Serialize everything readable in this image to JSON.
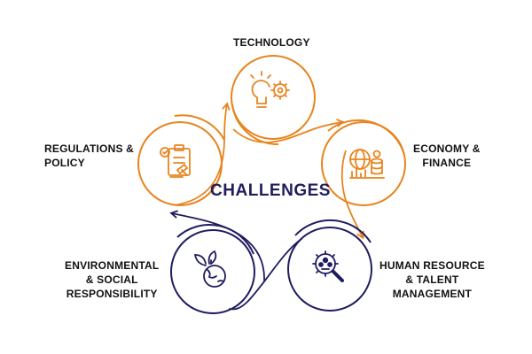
{
  "center": {
    "title": "CHALLENGES"
  },
  "nodes": [
    {
      "id": "technology",
      "icon": "lightbulb-gear-icon",
      "color": "#e8841e",
      "lines": [
        "TECHNOLOGY"
      ]
    },
    {
      "id": "economy",
      "icon": "globe-coins-chart-icon",
      "color": "#e8841e",
      "lines": [
        "ECONOMY &",
        "FINANCE"
      ]
    },
    {
      "id": "human-resource",
      "icon": "magnifier-people-gear-icon",
      "color": "#1f1d5e",
      "lines": [
        "HUMAN RESOURCE",
        "& TALENT",
        "MANAGEMENT"
      ]
    },
    {
      "id": "environmental",
      "icon": "leaf-globe-icon",
      "color": "#1f1d5e",
      "lines": [
        "ENVIRONMENTAL",
        "& SOCIAL",
        "RESPONSIBILITY"
      ]
    },
    {
      "id": "regulations",
      "icon": "clipboard-gavel-icon",
      "color": "#e8841e",
      "lines": [
        "REGULATIONS &",
        "POLICY"
      ]
    }
  ],
  "colors": {
    "orange": "#e8841e",
    "navy": "#1f1d5e",
    "text": "#111111"
  }
}
